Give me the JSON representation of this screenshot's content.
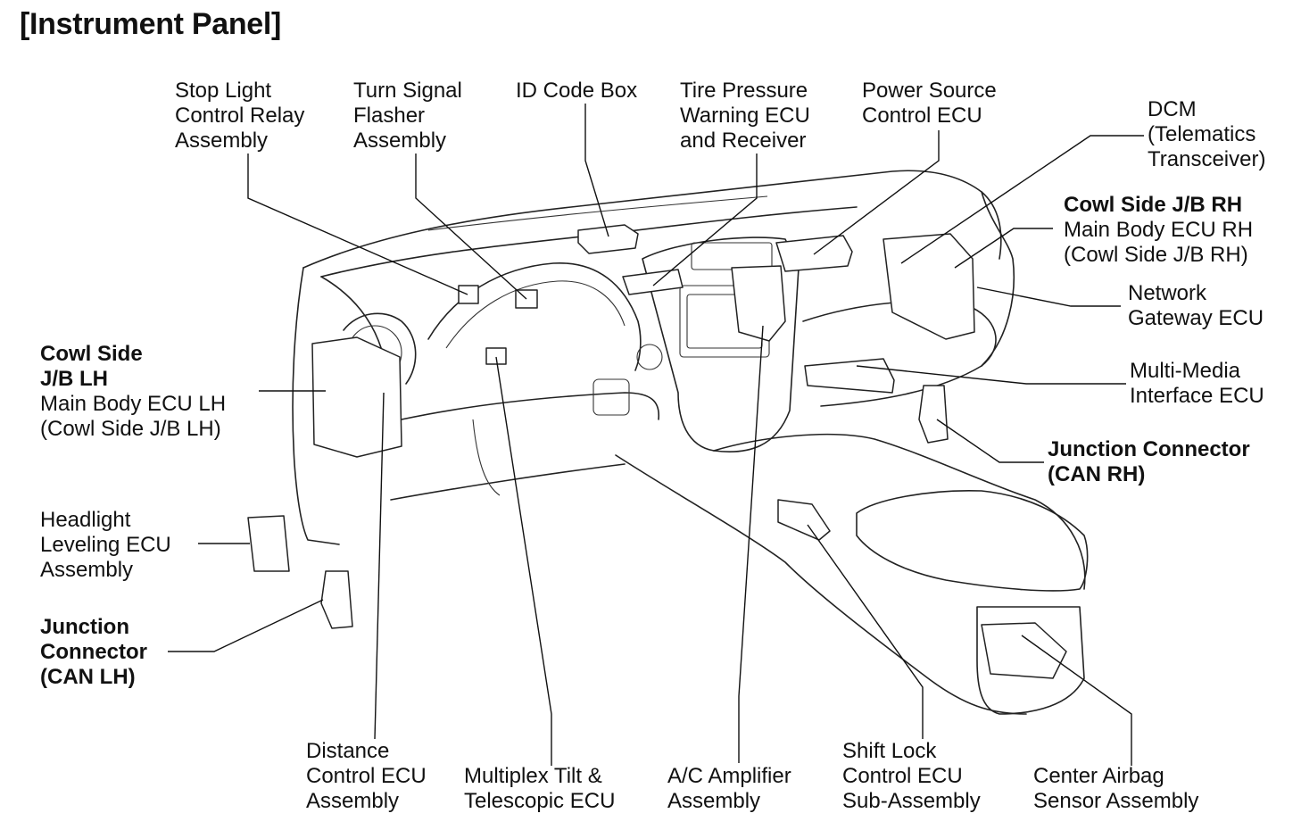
{
  "title": "[Instrument Panel]",
  "labels": {
    "stop_light": [
      "Stop Light",
      "Control Relay",
      "Assembly"
    ],
    "turn_signal": [
      "Turn Signal",
      "Flasher",
      "Assembly"
    ],
    "id_code": [
      "ID Code Box"
    ],
    "tire_pressure": [
      "Tire Pressure",
      "Warning ECU",
      "and Receiver"
    ],
    "power_source": [
      "Power Source",
      "Control ECU"
    ],
    "dcm": [
      "DCM",
      "(Telematics",
      "Transceiver)"
    ],
    "cowl_rh": {
      "bold": "Cowl Side J/B RH",
      "lines": [
        "Main Body ECU RH",
        "(Cowl Side J/B RH)"
      ]
    },
    "network_gateway": [
      "Network",
      "Gateway ECU"
    ],
    "multimedia": [
      "Multi-Media",
      "Interface ECU"
    ],
    "junction_rh": {
      "bold": [
        "Junction Connector",
        "(CAN RH)"
      ]
    },
    "cowl_lh": {
      "bold": [
        "Cowl Side",
        "J/B LH"
      ],
      "lines": [
        "Main Body ECU LH",
        "(Cowl Side J/B LH)"
      ]
    },
    "headlight": [
      "Headlight",
      "Leveling ECU",
      "Assembly"
    ],
    "junction_lh": {
      "bold": [
        "Junction",
        "Connector",
        "(CAN LH)"
      ]
    },
    "distance": [
      "Distance",
      "Control ECU",
      "Assembly"
    ],
    "multiplex": [
      "Multiplex Tilt &",
      "Telescopic ECU"
    ],
    "ac_amp": [
      "A/C Amplifier",
      "Assembly"
    ],
    "shift_lock": [
      "Shift Lock",
      "Control ECU",
      "Sub-Assembly"
    ],
    "airbag": [
      "Center Airbag",
      "Sensor Assembly"
    ]
  }
}
